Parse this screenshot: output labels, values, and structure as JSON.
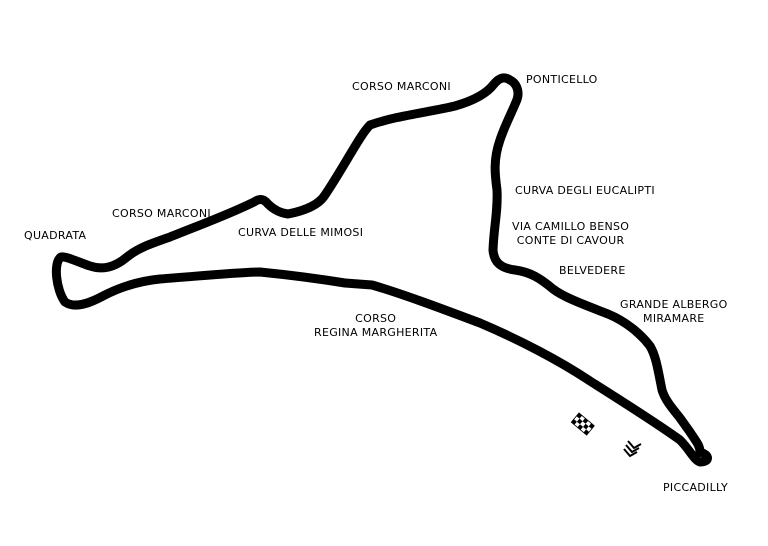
{
  "map": {
    "track_color": "#000000",
    "background": "#ffffff",
    "icons": [
      "checkered-flag-icon",
      "direction-chevrons-icon"
    ],
    "labels": {
      "corso_marconi_top": [
        "CORSO MARCONI"
      ],
      "ponticello": [
        "PONTICELLO"
      ],
      "curva_eucalipti": [
        "CURVA DEGLI EUCALIPTI"
      ],
      "via_cavour": [
        "VIA CAMILLO BENSO",
        "CONTE DI CAVOUR"
      ],
      "belvedere": [
        "BELVEDERE"
      ],
      "grande_albergo": [
        "GRANDE ALBERGO",
        "MIRAMARE"
      ],
      "corso_marconi_left": [
        "CORSO MARCONI"
      ],
      "curva_mimosi": [
        "CURVA DELLE MIMOSI"
      ],
      "quadrata": [
        "QUADRATA"
      ],
      "regina_margherita": [
        "CORSO",
        "REGINA MARGHERITA"
      ],
      "piccadilly": [
        "PICCADILLY"
      ]
    }
  }
}
